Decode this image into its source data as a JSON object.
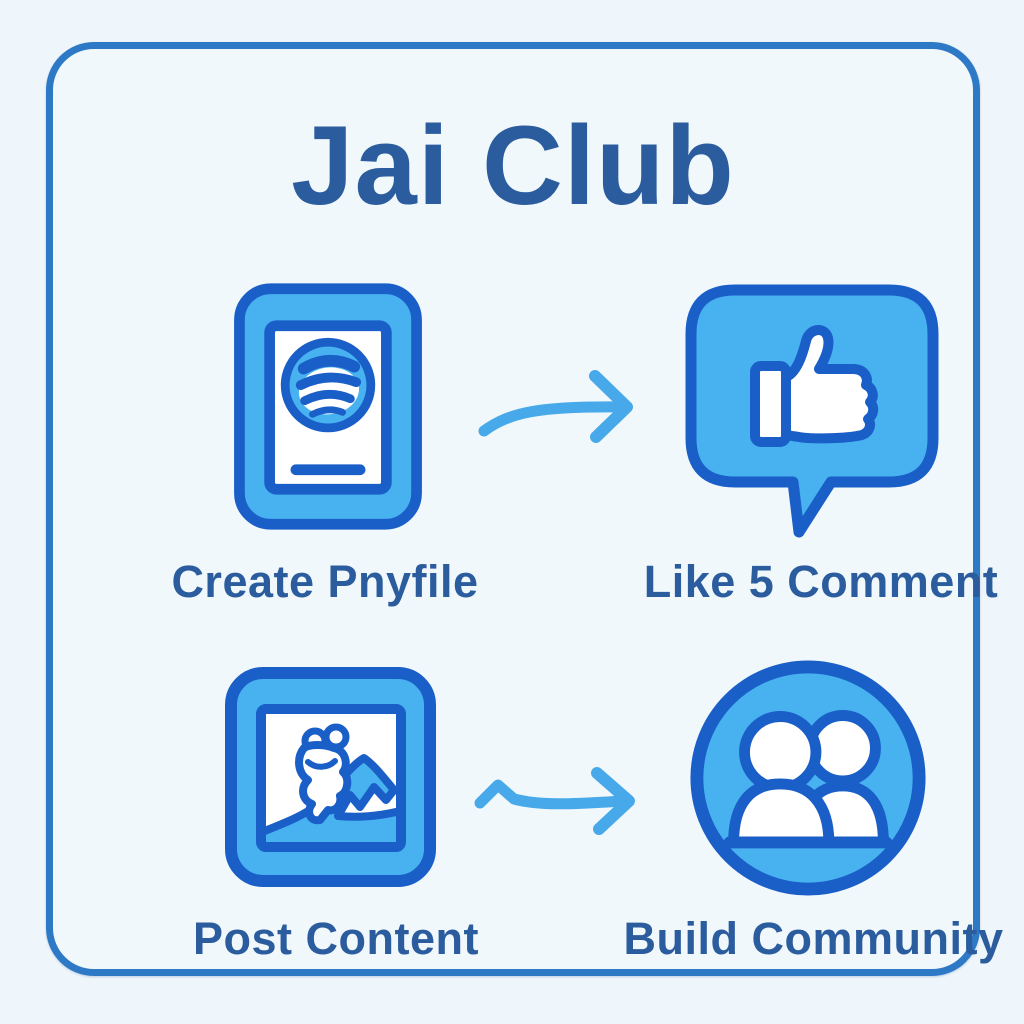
{
  "poster": {
    "title": "Jai Club"
  },
  "steps": [
    {
      "label": "Create Pnyfile",
      "icon": "profile-tablet-icon"
    },
    {
      "label": "Like 5 Comment",
      "icon": "thumbs-up-bubble-icon"
    },
    {
      "label": "Post Content",
      "icon": "photo-frame-icon"
    },
    {
      "label": "Build Community",
      "icon": "community-people-icon"
    }
  ],
  "arrows": [
    {
      "icon": "arrow-right-icon",
      "from": "Create Pnyfile",
      "to": "Like 5 Comment"
    },
    {
      "icon": "arrow-right-icon",
      "from": "Post Content",
      "to": "Build Community"
    }
  ],
  "colors": {
    "background": "#eef6fb",
    "card_bg": "#f0f8fc",
    "card_border": "#2e79c6",
    "text_dark_blue": "#2b5c9e",
    "icon_outline": "#1a5ec8",
    "icon_fill_light_blue": "#47b2ef",
    "icon_inner_white": "#ffffff",
    "arrow_blue": "#47a9e9"
  }
}
